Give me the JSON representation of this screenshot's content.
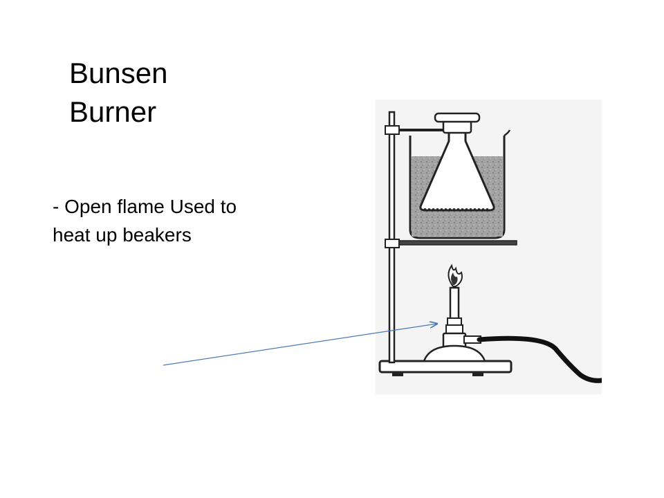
{
  "slide": {
    "title_line1": "Bunsen",
    "title_line2": "Burner",
    "description_line1": "- Open flame Used to",
    "description_line2": "heat up beakers"
  },
  "illustration": {
    "subject": "bunsen-burner-heating-flask-on-ring-stand",
    "colors": {
      "line": "#222222",
      "liquid": "#9a9a9a",
      "panel": "#f4f4f4",
      "arrow": "#4a78b5"
    }
  }
}
